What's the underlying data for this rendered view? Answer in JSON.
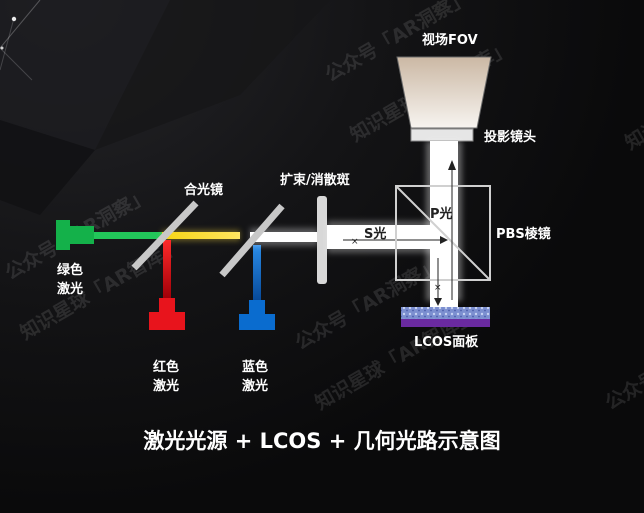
{
  "labels": {
    "fov": "视场FOV",
    "projection_lens": "投影镜头",
    "expander": "扩束/消散斑",
    "combiner": "合光镜",
    "p_light": "P光",
    "s_light": "S光",
    "pbs": "PBS棱镜",
    "green_line1": "绿色",
    "green_line2": "激光",
    "red_line1": "红色",
    "red_line2": "激光",
    "blue_line1": "蓝色",
    "blue_line2": "激光",
    "lcos_panel": "LCOS面板",
    "title": "激光光源 + LCOS + 几何光路示意图"
  },
  "watermark": "公众号「AR洞察」",
  "watermark2": "知识星球「AR智库」",
  "colors": {
    "green": "#14b14a",
    "red": "#e8141c",
    "blue": "#0a6ccf",
    "beam_white": "#ffffff",
    "mirror_gray": "#c8c8c8",
    "lcos_purple": "#6a2aa0"
  }
}
